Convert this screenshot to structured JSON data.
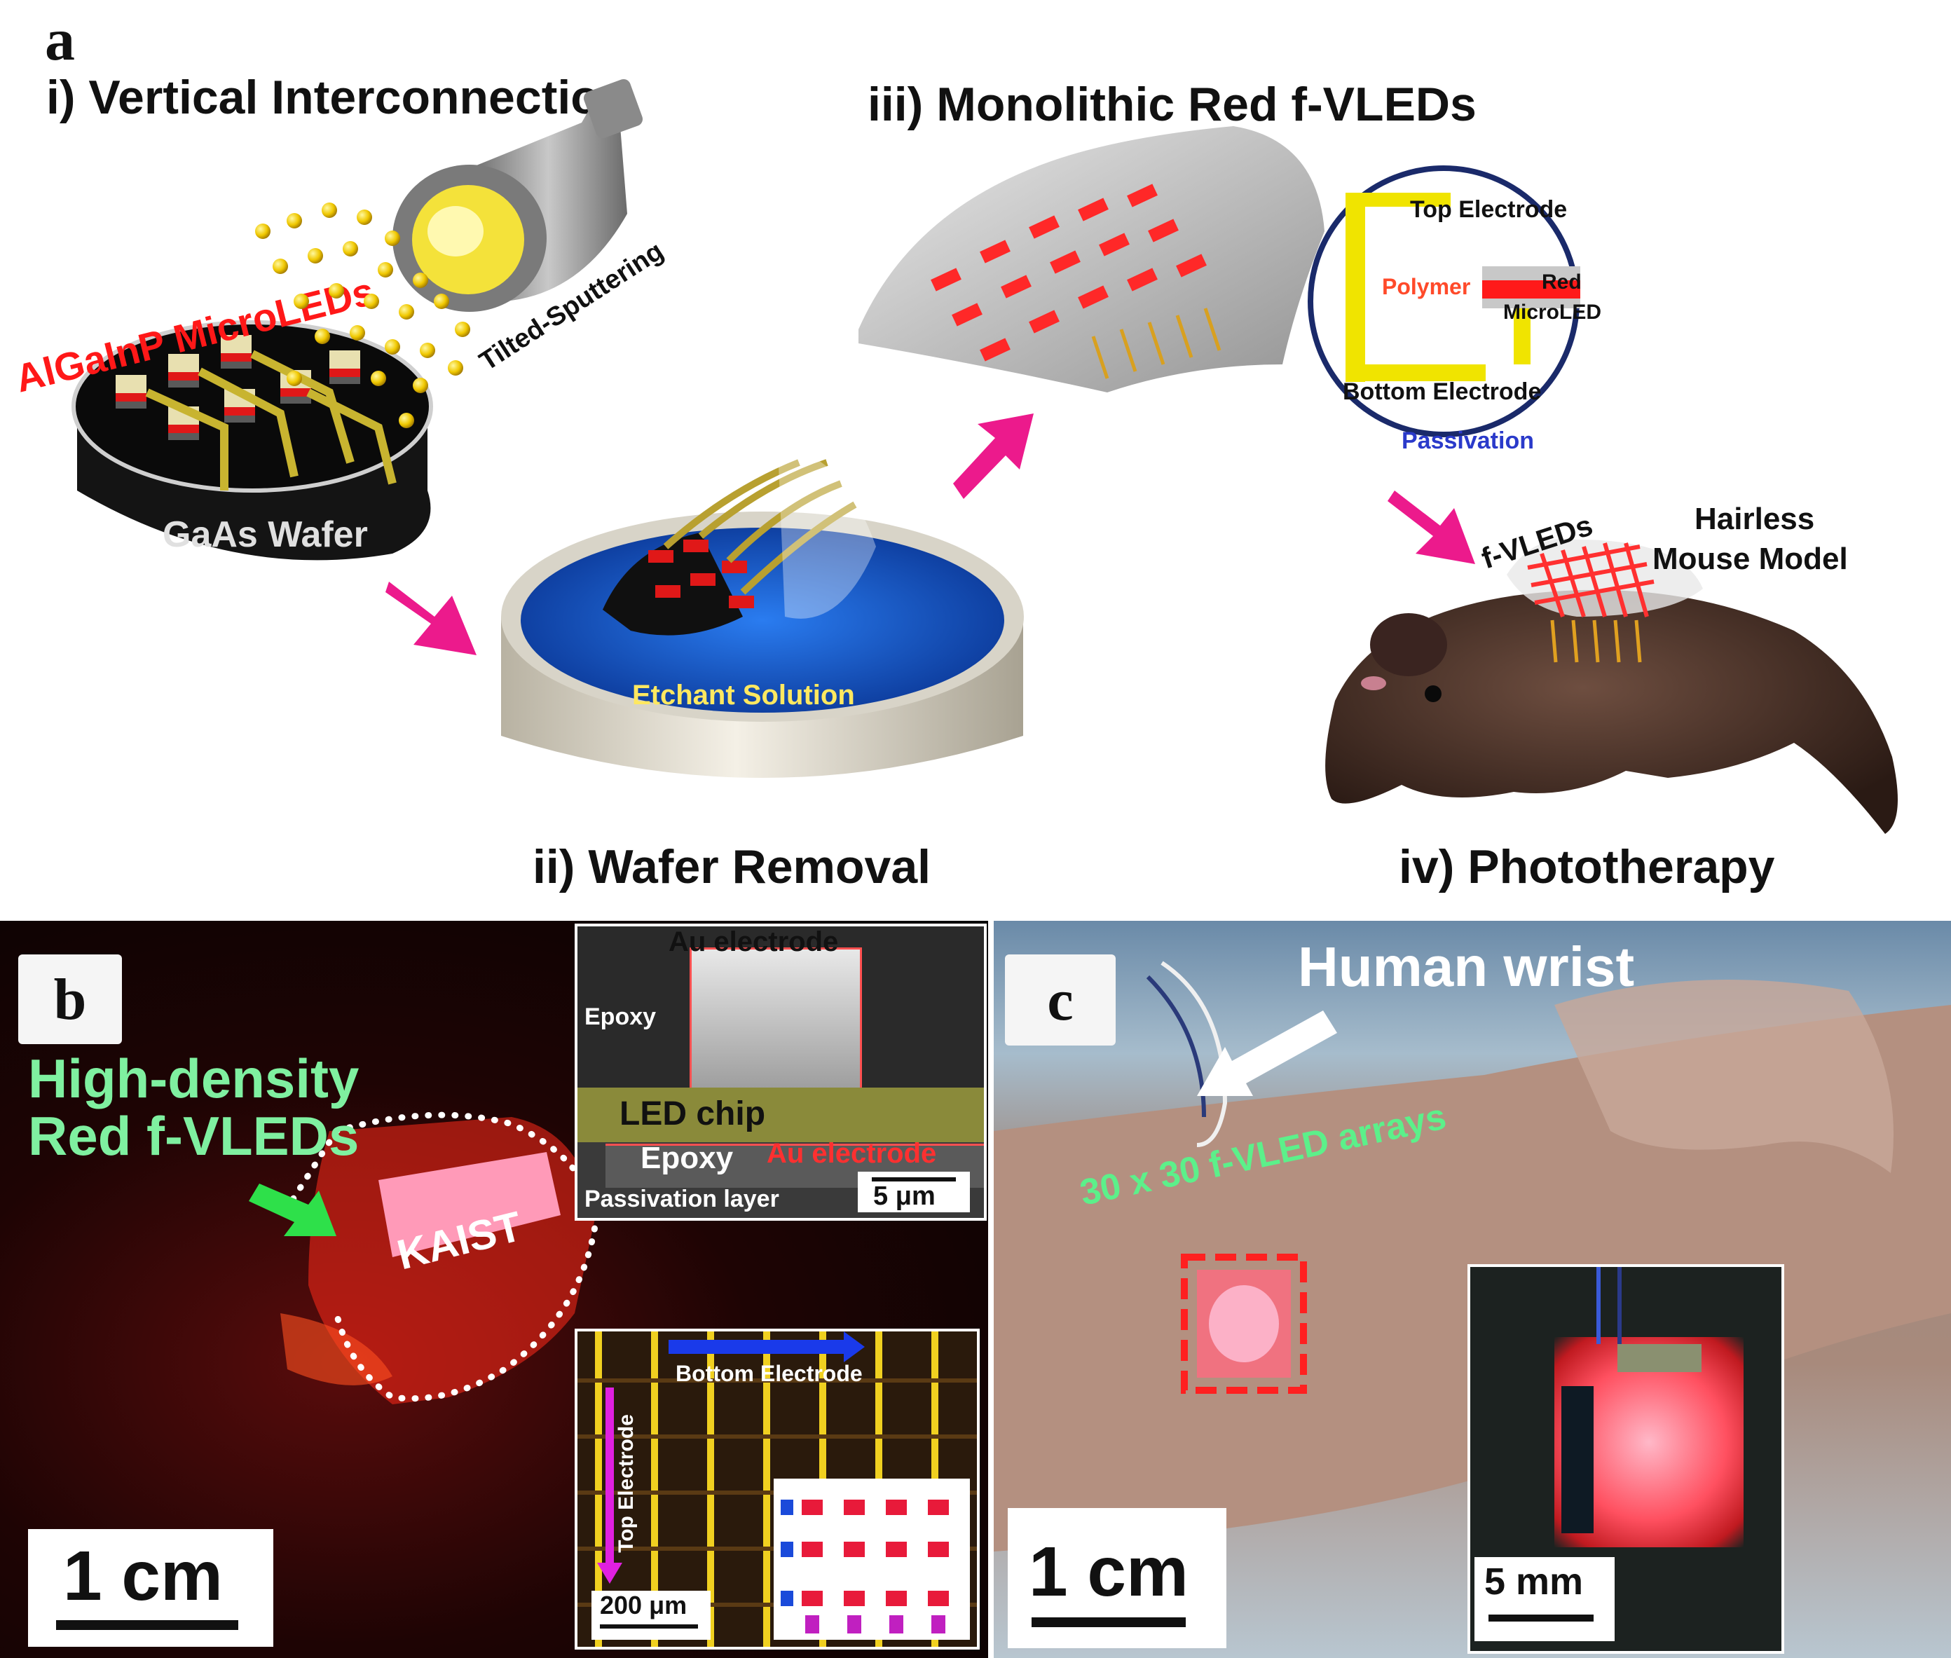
{
  "panel_a": {
    "letter": "a",
    "step1": {
      "title": "i) Vertical Interconnection",
      "microleds": "AlGaInP MicroLEDs",
      "sputter": "Tilted-Sputtering",
      "wafer": "GaAs Wafer"
    },
    "step2": {
      "title": "ii) Wafer Removal",
      "etchant": "Etchant Solution"
    },
    "step3": {
      "title": "iii) Monolithic Red f-VLEDs",
      "top_electrode": "Top Electrode",
      "polymer": "Polymer",
      "red_microled_1": "Red",
      "red_microled_2": "MicroLED",
      "bottom_electrode": "Bottom Electrode",
      "passivation": "Passivation"
    },
    "step4": {
      "title": "iv) Phototherapy",
      "fvleds": "f-VLEDs",
      "mouse_1": "Hairless",
      "mouse_2": "Mouse Model"
    }
  },
  "panel_b": {
    "letter": "b",
    "caption_1": "High-density",
    "caption_2": "Red f-VLEDs",
    "device_text": "KAIST",
    "scale": "1 cm",
    "inset_top": {
      "au_electrode_top": "Au electrode",
      "epoxy_1": "Epoxy",
      "led_chip": "LED chip",
      "epoxy_2": "Epoxy",
      "au_electrode_bottom": "Au electrode",
      "passivation": "Passivation layer",
      "scale": "5 μm"
    },
    "inset_bottom": {
      "bottom_electrode": "Bottom Electrode",
      "top_electrode": "Top Electrode",
      "scale": "200 μm"
    }
  },
  "panel_c": {
    "letter": "c",
    "wrist": "Human wrist",
    "arrays": "30 x 30 f-VLED arrays",
    "scale": "1 cm",
    "inset_scale": "5 mm"
  },
  "colors": {
    "arrow_pink": "#ec1a8c",
    "led_red": "#ff2020",
    "electrode_yellow": "#f0e000",
    "etchant_blue": "#1a5fd8",
    "caption_green": "#7ff0a0",
    "arrays_green": "#5cf08a"
  }
}
